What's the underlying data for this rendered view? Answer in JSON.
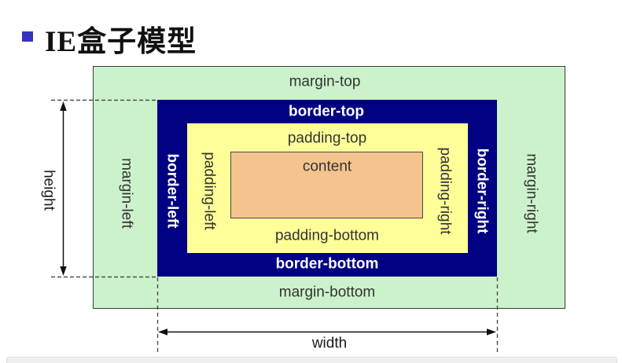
{
  "title": {
    "text": "IE盒子模型"
  },
  "colors": {
    "bullet": "#3434c2",
    "margin_bg": "#ccf2cc",
    "border_bg": "#000082",
    "padding_bg": "#ffff99",
    "content_bg": "#f5c38d"
  },
  "diagram": {
    "margin": {
      "top": "margin-top",
      "bottom": "margin-bottom",
      "left": "margin-left",
      "right": "margin-right"
    },
    "border": {
      "top": "border-top",
      "bottom": "border-bottom",
      "left": "border-left",
      "right": "border-right"
    },
    "padding": {
      "top": "padding-top",
      "bottom": "padding-bottom",
      "left": "padding-left",
      "right": "padding-right"
    },
    "content": {
      "label": "content"
    },
    "measure": {
      "height": "height",
      "width": "width"
    }
  }
}
